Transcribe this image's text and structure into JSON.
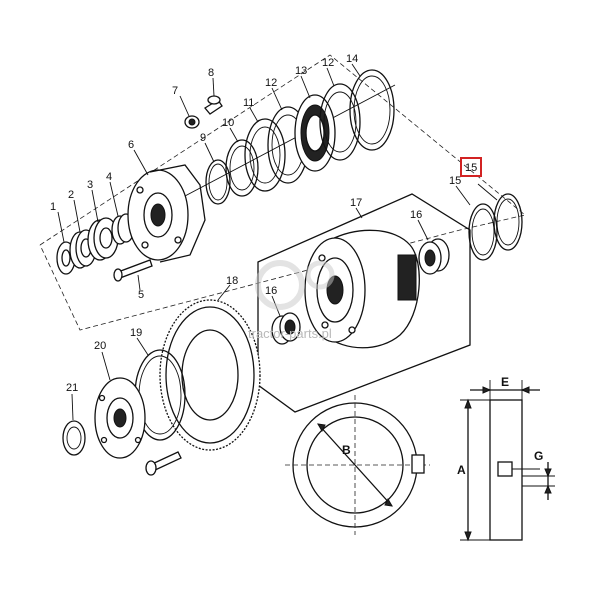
{
  "callouts": [
    {
      "id": "c1",
      "text": "1"
    },
    {
      "id": "c2",
      "text": "2"
    },
    {
      "id": "c3",
      "text": "3"
    },
    {
      "id": "c4",
      "text": "4"
    },
    {
      "id": "c5",
      "text": "5"
    },
    {
      "id": "c6",
      "text": "6"
    },
    {
      "id": "c7",
      "text": "7"
    },
    {
      "id": "c8",
      "text": "8"
    },
    {
      "id": "c9",
      "text": "9"
    },
    {
      "id": "c10",
      "text": "10"
    },
    {
      "id": "c11",
      "text": "11"
    },
    {
      "id": "c12a",
      "text": "12"
    },
    {
      "id": "c12b",
      "text": "12"
    },
    {
      "id": "c13",
      "text": "13"
    },
    {
      "id": "c14",
      "text": "14"
    },
    {
      "id": "c15a",
      "text": "15"
    },
    {
      "id": "c15b",
      "text": "15"
    },
    {
      "id": "c16a",
      "text": "16"
    },
    {
      "id": "c16b",
      "text": "16"
    },
    {
      "id": "c17",
      "text": "17"
    },
    {
      "id": "c18",
      "text": "18"
    },
    {
      "id": "c19",
      "text": "19"
    },
    {
      "id": "c20",
      "text": "20"
    },
    {
      "id": "c21",
      "text": "21"
    }
  ],
  "dimensions": {
    "a": "A",
    "b": "B",
    "e": "E",
    "g": "G"
  },
  "watermark": "tractor-parts.pl",
  "highlight_color": "#d22323"
}
